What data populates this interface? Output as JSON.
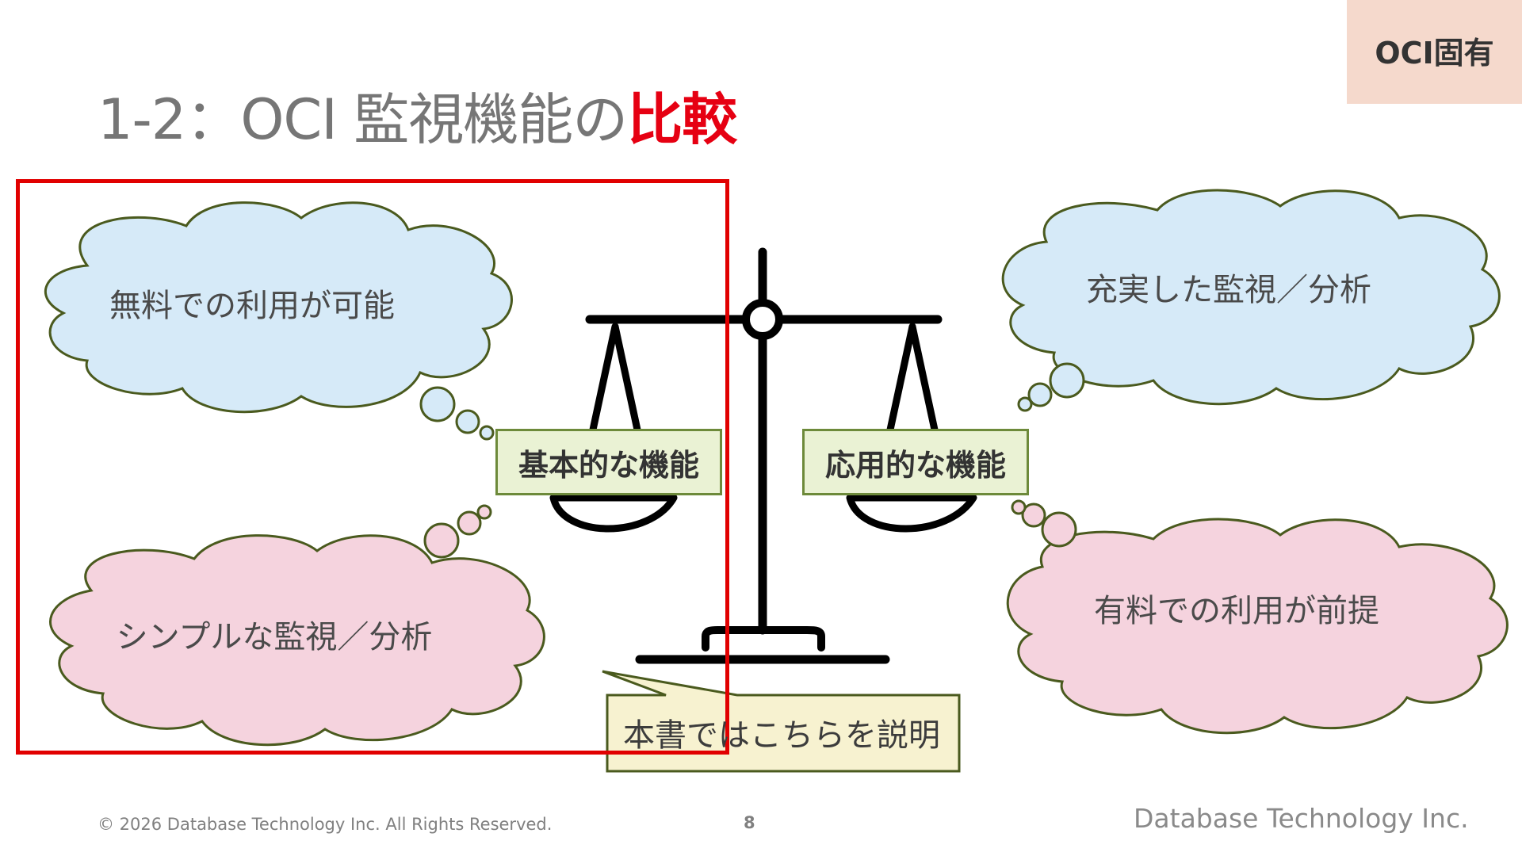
{
  "badge": {
    "label": "OCI固有"
  },
  "title": {
    "prefix": "1-2：OCI 監視機能の",
    "highlight": "比較"
  },
  "clouds": {
    "top_left": "無料での利用が可能",
    "bottom_left": "シンプルな監視／分析",
    "top_right": "充実した監視／分析",
    "bottom_right": "有料での利用が前提"
  },
  "scale": {
    "left_label": "基本的な機能",
    "right_label": "応用的な機能"
  },
  "callout": {
    "text": "本書ではこちらを説明"
  },
  "footer": {
    "copyright": "© 2026 Database Technology Inc. All Rights Reserved.",
    "page": "8",
    "brand": "Database Technology Inc."
  },
  "colors": {
    "accent_red": "#e60012",
    "cloud_blue": "#d6eaf8",
    "cloud_pink": "#f5d3de",
    "label_green": "#eaf2d4",
    "callout_cream": "#f7f2d0",
    "badge_bg": "#f5d9cc"
  }
}
